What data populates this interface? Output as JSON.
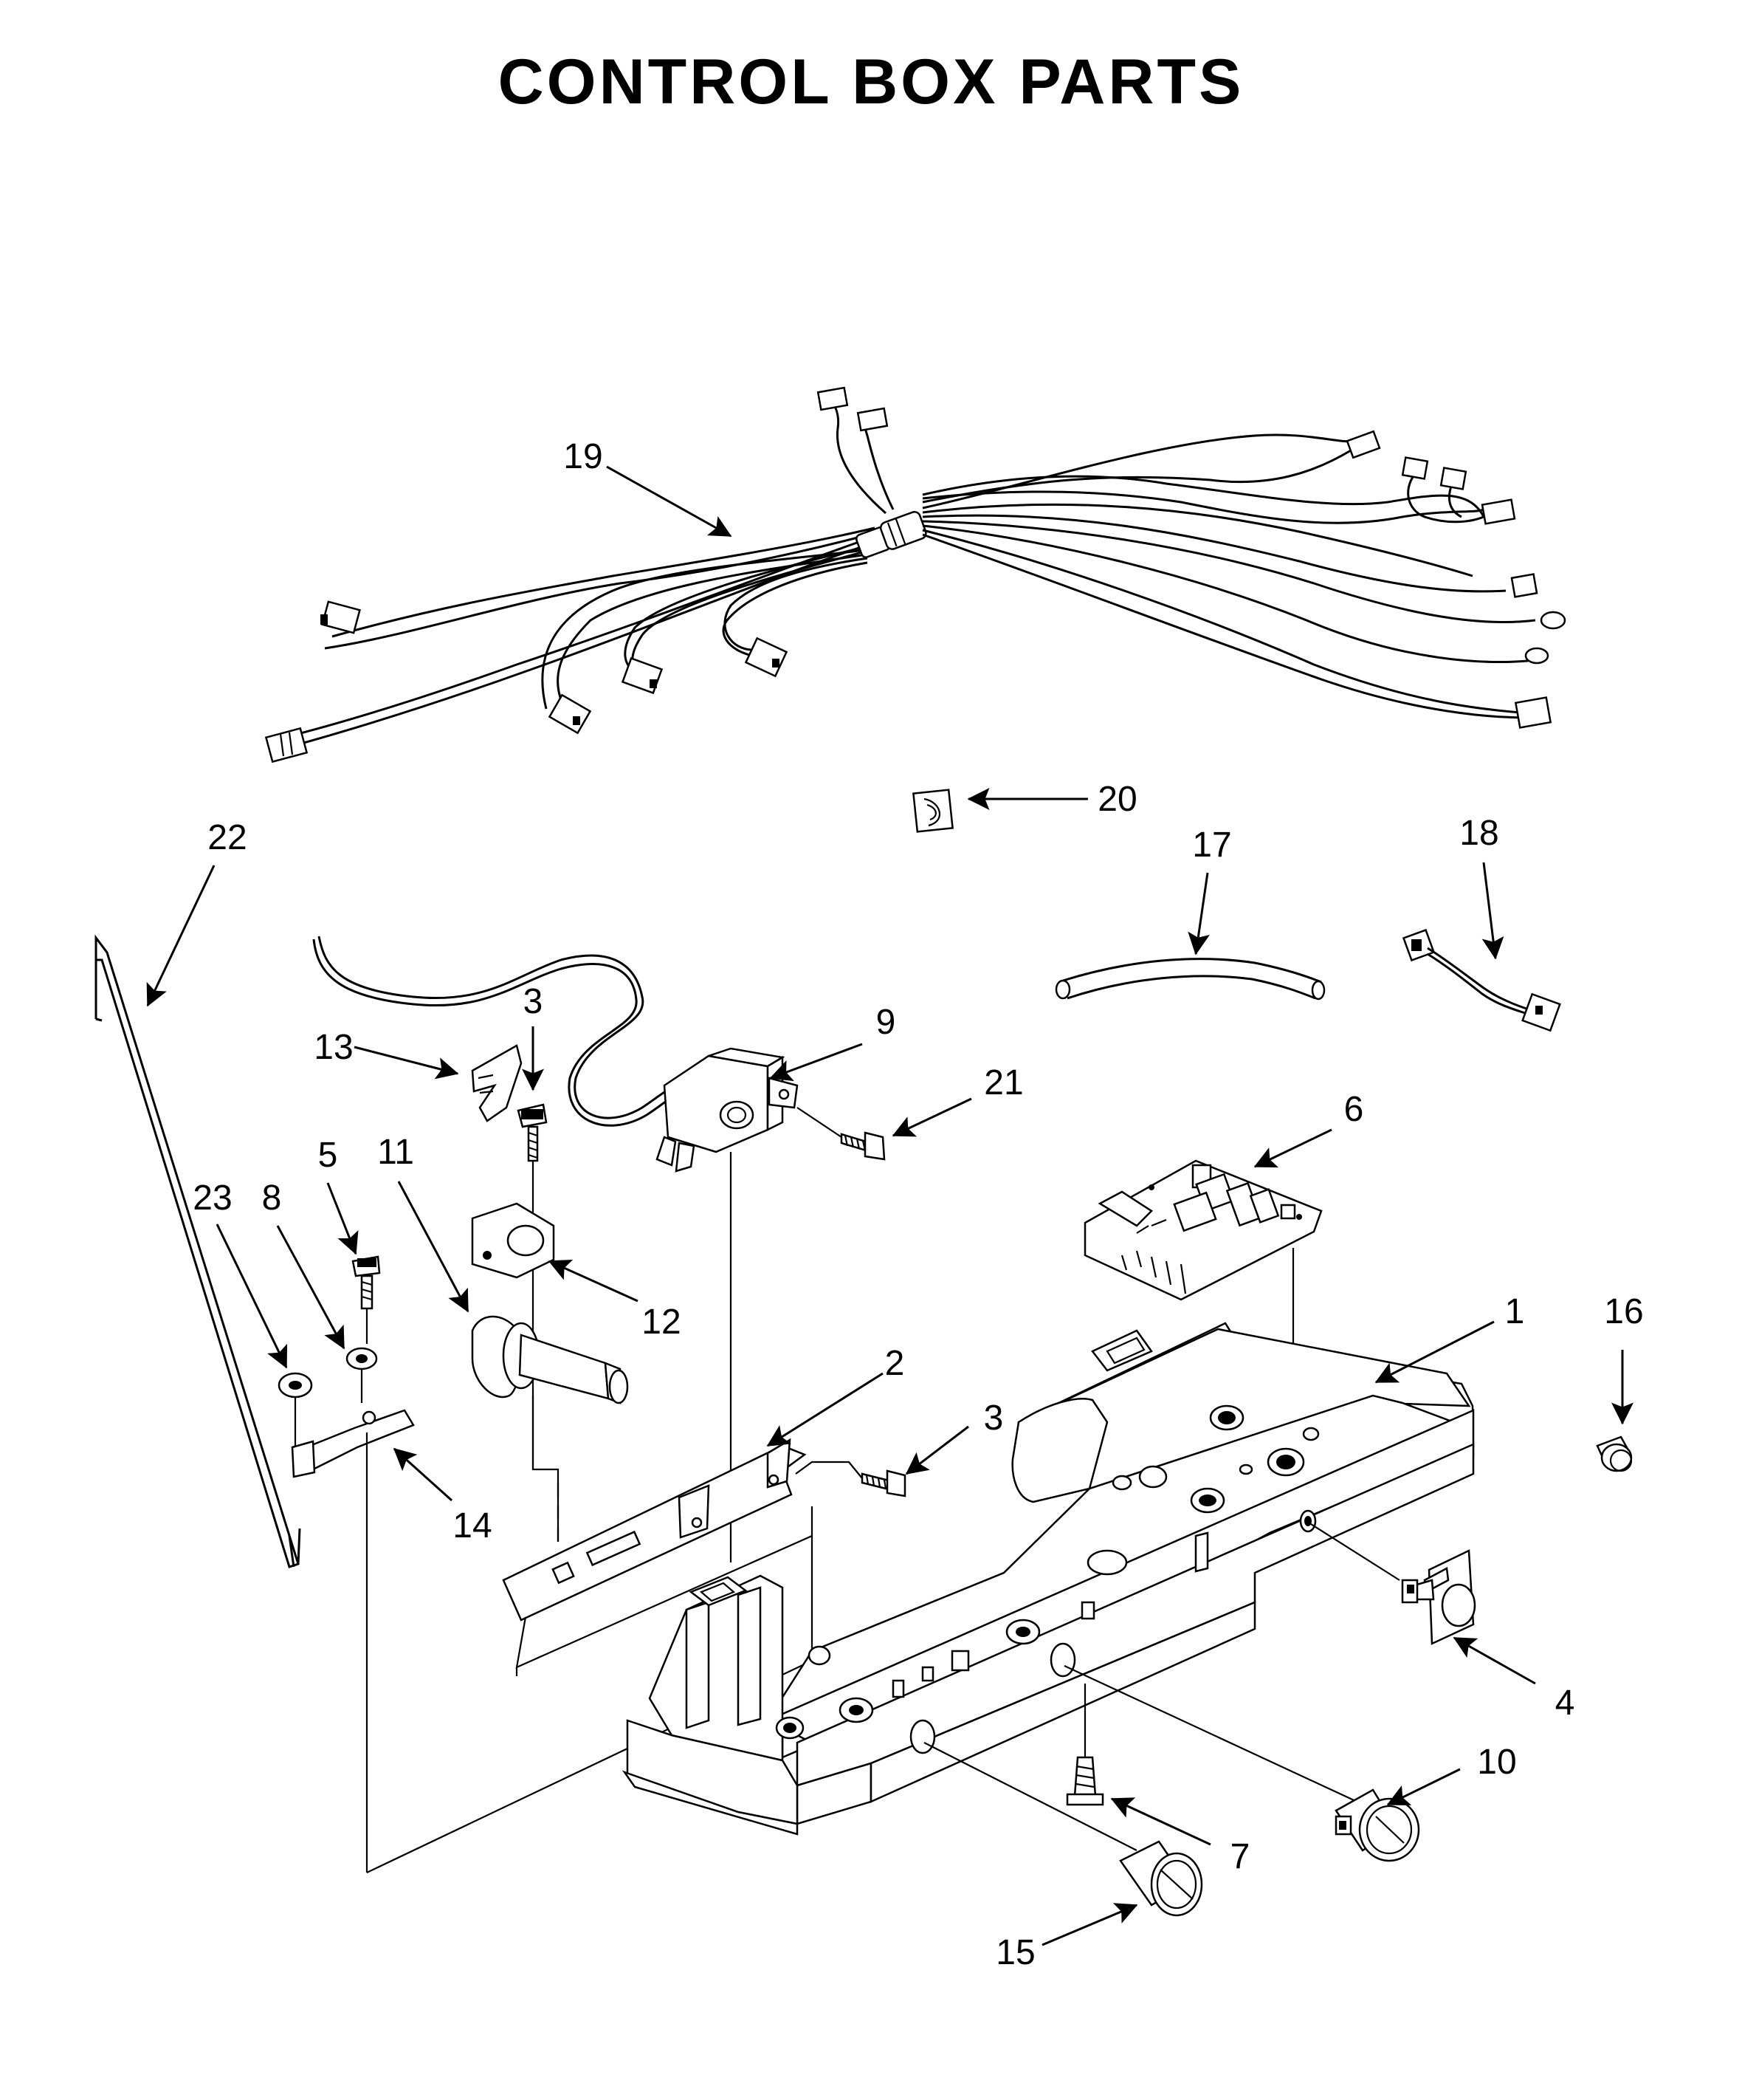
{
  "title": "CONTROL BOX PARTS",
  "callouts": [
    {
      "id": "c19",
      "label": "19"
    },
    {
      "id": "c20",
      "label": "20"
    },
    {
      "id": "c22",
      "label": "22"
    },
    {
      "id": "c17",
      "label": "17"
    },
    {
      "id": "c18",
      "label": "18"
    },
    {
      "id": "c3a",
      "label": "3"
    },
    {
      "id": "c9",
      "label": "9"
    },
    {
      "id": "c13",
      "label": "13"
    },
    {
      "id": "c21",
      "label": "21"
    },
    {
      "id": "c6",
      "label": "6"
    },
    {
      "id": "c5",
      "label": "5"
    },
    {
      "id": "c11",
      "label": "11"
    },
    {
      "id": "c8",
      "label": "8"
    },
    {
      "id": "c23",
      "label": "23"
    },
    {
      "id": "c12",
      "label": "12"
    },
    {
      "id": "c1",
      "label": "1"
    },
    {
      "id": "c16",
      "label": "16"
    },
    {
      "id": "c2",
      "label": "2"
    },
    {
      "id": "c3b",
      "label": "3"
    },
    {
      "id": "c14",
      "label": "14"
    },
    {
      "id": "c4",
      "label": "4"
    },
    {
      "id": "c10",
      "label": "10"
    },
    {
      "id": "c7",
      "label": "7"
    },
    {
      "id": "c15",
      "label": "15"
    }
  ]
}
